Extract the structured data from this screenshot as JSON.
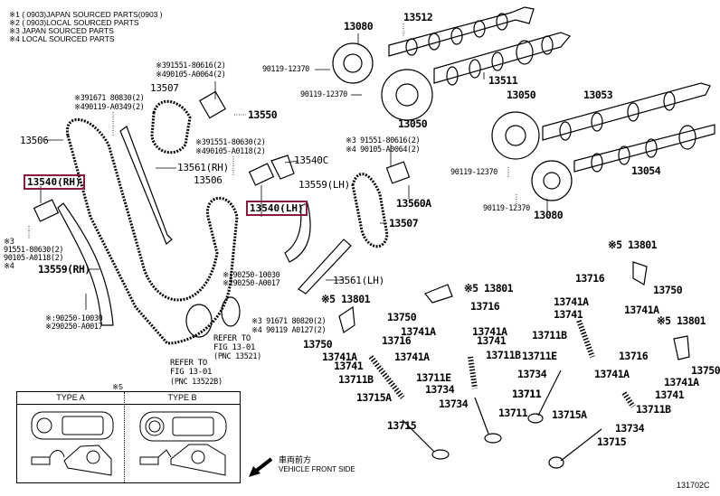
{
  "legend_notes": [
    "※1 (        0903)JAPAN SOURCED PARTS(0903        )",
    "※2 (        0903)LOCAL SOURCED PARTS",
    "※3 JAPAN SOURCED PARTS",
    "※4 LOCAL SOURCED PARTS"
  ],
  "labels": {
    "l13080_top": "13080",
    "l13512": "13512",
    "l90119_a": "90119-12370",
    "l90119_b": "90119-12370",
    "l13511": "13511",
    "l13050_a": "13050",
    "l13053": "13053",
    "l90119_c": "90119-12370",
    "l90119_d": "90119-12370",
    "l13080_bot": "13080",
    "l13054": "13054",
    "l13050_b": "13050",
    "n_top_center_1": "※391551-80616(2)",
    "n_top_center_2": "※490105-A0064(2)",
    "l13507_top": "13507",
    "l13550": "13550",
    "n_left_1": "※391671 80830(2)",
    "n_left_2": "※490119-A0349(2)",
    "l13506_left": "13506",
    "l13561_rh": "13561(RH)",
    "l13506_mid": "13506",
    "n_mid_1": "※391551-80630(2)",
    "n_mid_2": "※490105-A0118(2)",
    "l13540c": "13540C",
    "l13540_rh": "13540(RH)",
    "l13540_lh": "13540(LH)",
    "l13559_lh": "13559(LH)",
    "n_right_1": "※3 91551-80616(2)",
    "n_right_2": "※4 90105-A0064(2)",
    "l13560a": "13560A",
    "l13507_right": "13507",
    "n_rh_1": "※3",
    "n_rh_2": "91551-80630(2)",
    "n_rh_3": "90105-A0118(2)",
    "n_rh_4": "※4",
    "l13559_rh": "13559(RH)",
    "n_pin_left_1": "※:90250-10030",
    "n_pin_left_2": "※290250-A0017",
    "n_pin_mid_1": "※:90250-10030",
    "n_pin_mid_2": "※290250-A0017",
    "l13561_lh": "13561(LH)",
    "l13801_a": "※5 13801",
    "l13801_b": "※5 13801",
    "l13801_c": "※5 13801",
    "l13801_d": "※5 13801",
    "n_bolt_1": "※3 91671 80820(2)",
    "n_bolt_2": "※4 90119 A0127(2)",
    "refer1_1": "REFER TO",
    "refer1_2": "FIG 13-01",
    "refer1_3": "(PNC 13521)",
    "refer2_1": "REFER TO",
    "refer2_2": "FIG 13-01",
    "refer2_3": "(PNC 13522B)",
    "l13716_a": "13716",
    "l13750_a": "13750",
    "l13741a_a": "13741A",
    "l13741a_b": "13741A",
    "l13741_a": "13741",
    "l13711b_a": "13711B",
    "l13711e_a": "13711E",
    "l13734_a": "13734",
    "l13711_a": "13711",
    "l13711_b": "13711",
    "l13750_b": "13750",
    "l13716_b": "13716",
    "l13741a_c": "13741A",
    "l13741a_d": "13741A",
    "l13741_b": "13741",
    "l13711b_b": "13711B",
    "l13715a_a": "13715A",
    "l13734_b": "13734",
    "l13715_a": "13715",
    "l13716_c": "13716",
    "l13750_c": "13750",
    "l13741a_e": "13741A",
    "l13741a_f": "13741A",
    "l13741_c": "13741",
    "l13711b_c": "13711B",
    "l13711e_b": "13711E",
    "l13734_c": "13734",
    "l13711_c": "13711",
    "l13716_d": "13716",
    "l13750_d": "13750",
    "l13741a_g": "13741A",
    "l13741a_h": "13741A",
    "l13741_d": "13741",
    "l13711b_d": "13711B",
    "l13715a_b": "13715A",
    "l13734_d": "13734",
    "l13715_b": "13715"
  },
  "type_table": {
    "note": "※5",
    "type_a": "TYPE A",
    "type_b": "TYPE B"
  },
  "direction": {
    "jp": "車両前方",
    "en": "VEHICLE FRONT SIDE"
  },
  "figure_id": "131702C",
  "highlight_color": "#8b1a3c"
}
